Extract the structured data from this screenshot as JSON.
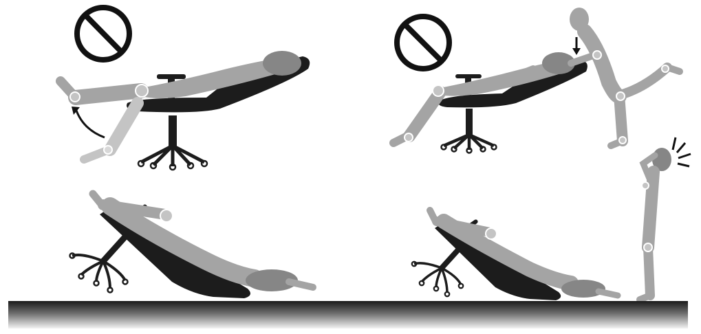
{
  "diagram": {
    "panels": [
      {
        "id": "tilt-back-feet-up",
        "status": "prohibited",
        "warning_icon": "prohibition-icon"
      },
      {
        "id": "lean-on-backrest",
        "status": "prohibited",
        "warning_icon": "prohibition-icon"
      },
      {
        "id": "chair-tips-over",
        "status": "consequence",
        "warning_icon": ""
      },
      {
        "id": "chair-tips-over-bystander",
        "status": "consequence",
        "warning_icon": "impact-burst-icon"
      }
    ],
    "colors": {
      "figure": "#a4a4a4",
      "figure_dark": "#868686",
      "figure_joint": "#c4c4c4",
      "chair": "#1c1c1c",
      "floor_top": "#1a1a1a",
      "floor_bottom": "#f3f3f3",
      "outline": "#111111"
    }
  }
}
